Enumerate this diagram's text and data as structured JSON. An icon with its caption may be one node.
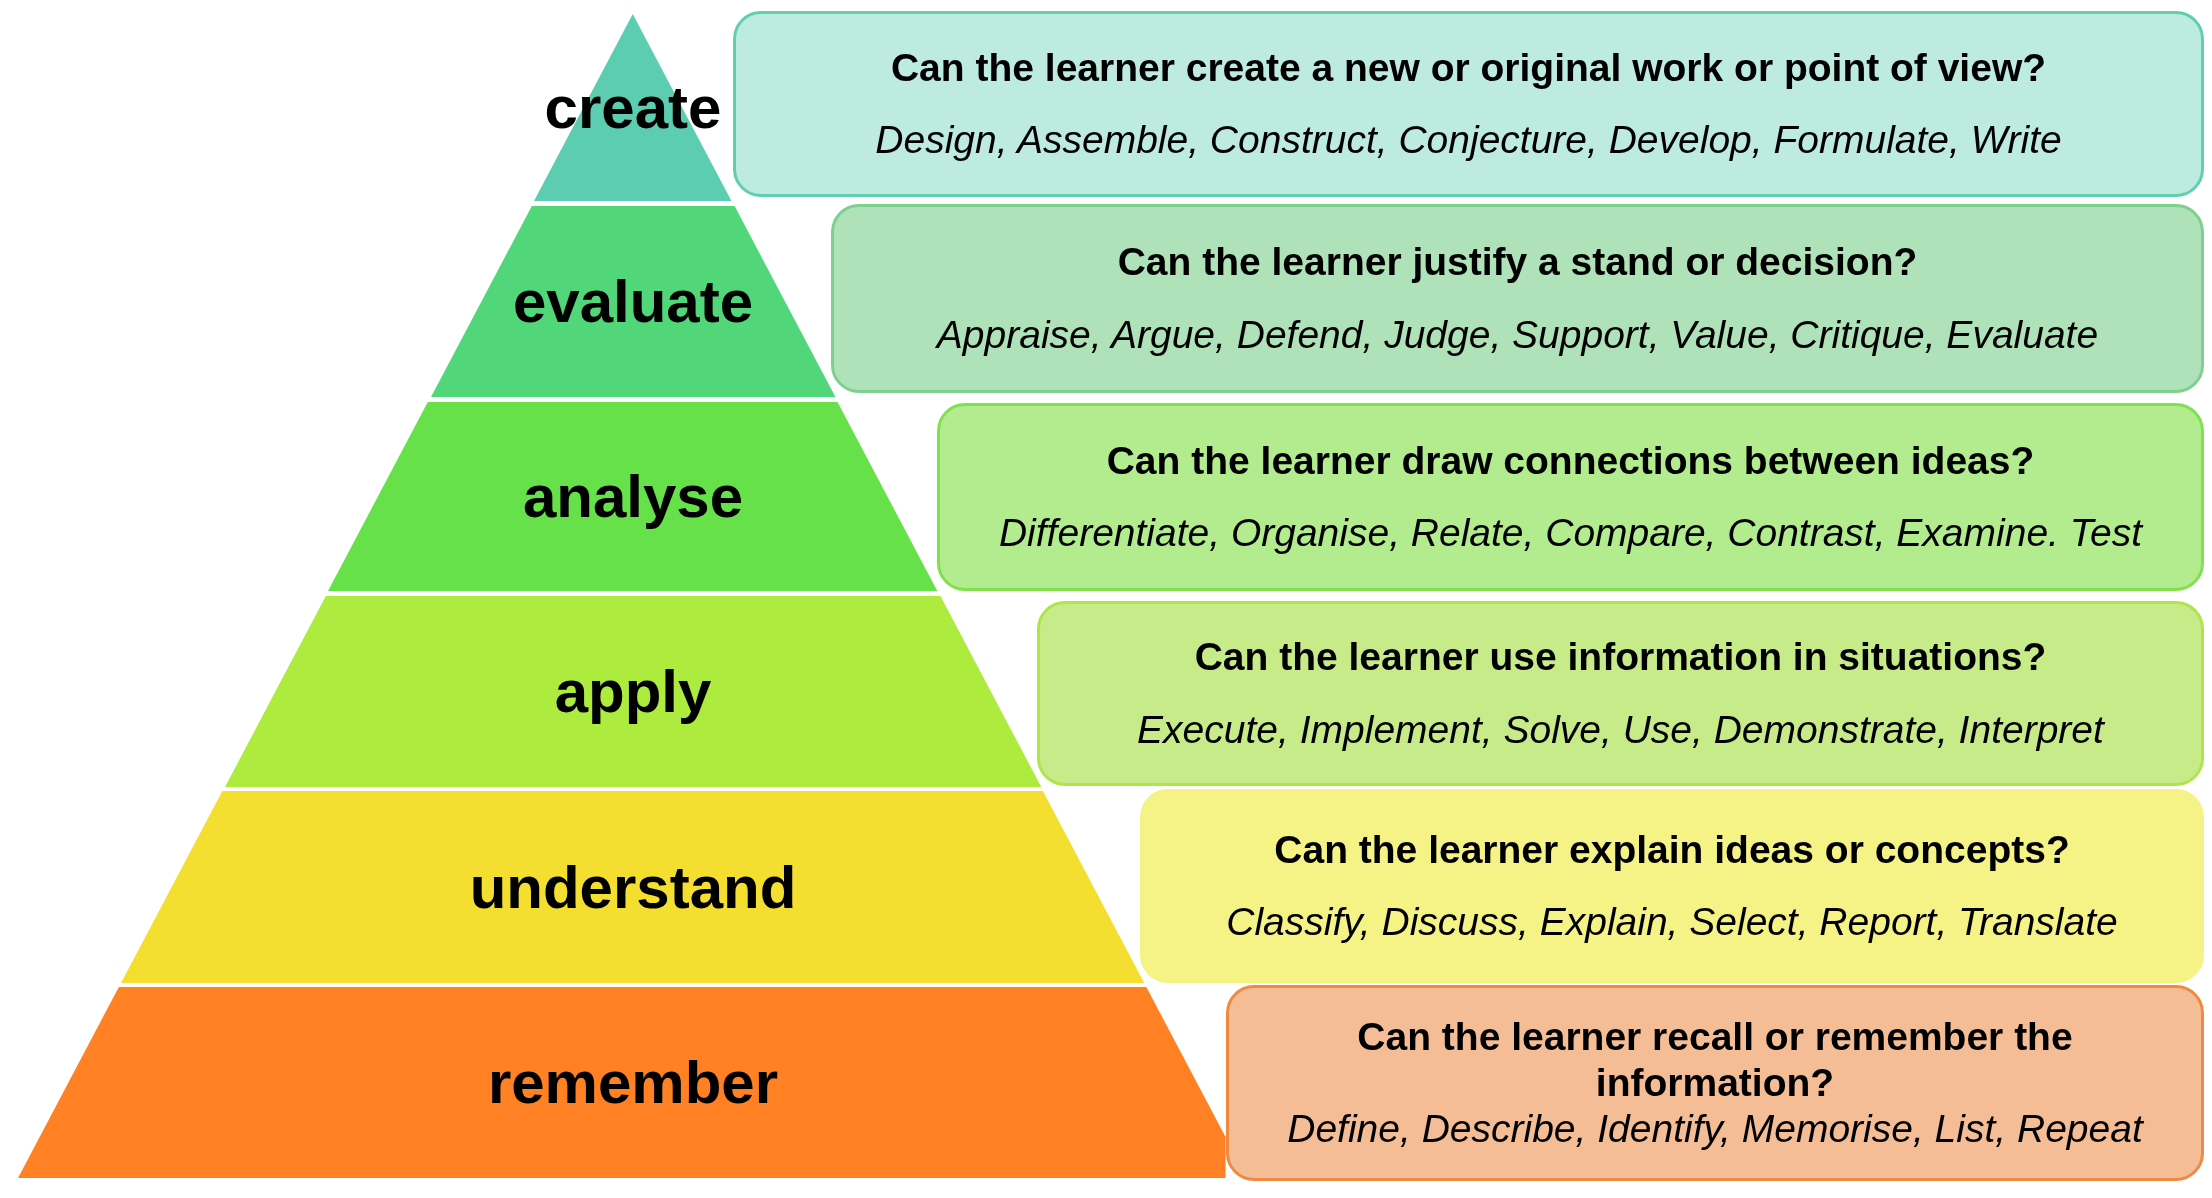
{
  "diagram": {
    "nodes": [
      {
        "text": [
          "create"
        ]
      },
      {
        "text": [
          "Can the learner create a new or original work or point of view?",
          "Design, Assemble, Construct, Conjecture, Develop, Formulate, Write"
        ]
      },
      {
        "text": [
          "evaluate"
        ]
      },
      {
        "text": [
          "Can the learner justify a stand or decision?",
          "Appraise, Argue, Defend, Judge, Support, Value, Critique, Evaluate"
        ]
      },
      {
        "text": [
          "analyse"
        ]
      },
      {
        "text": [
          "Can the learner draw connections between ideas?",
          "Differentiate, Organise, Relate, Compare, Contrast, Examine. Test"
        ]
      },
      {
        "text": [
          "apply"
        ]
      },
      {
        "text": [
          "Can the learner use information in situations?",
          "Execute, Implement, Solve, Use, Demonstrate, Interpret"
        ]
      },
      {
        "text": [
          "understand"
        ]
      },
      {
        "text": [
          "Can the learner explain ideas or concepts?",
          "Classify, Discuss, Explain, Select, Report, Translate"
        ]
      },
      {
        "text": [
          "remember"
        ]
      },
      {
        "text": [
          "Can the learner recall or remember the information?",
          "Define, Describe, Identify, Memorise, List, Repeat"
        ]
      }
    ]
  }
}
